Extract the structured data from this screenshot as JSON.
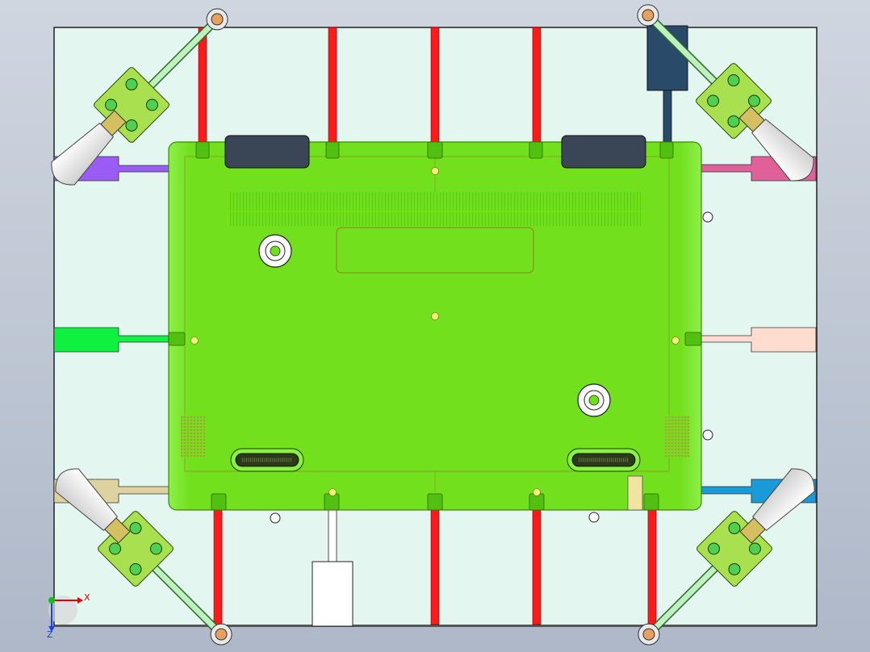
{
  "triad": {
    "x_label": "X",
    "z_label": "Z"
  },
  "colors": {
    "background_top": "#cfd6e0",
    "background_bottom": "#aeb8c8",
    "base_plate": "#e4f6f0",
    "part": "#6fe01a",
    "part_edge": "#3a8a00",
    "locator_pin": "#ff1a1a",
    "tab_purple": "#9b5cf5",
    "tab_green": "#10f040",
    "tab_khaki": "#ddd2a0",
    "tab_magenta": "#e0609a",
    "tab_peach": "#ffdcd0",
    "tab_blue": "#1a9ad6",
    "connector_block": "#2a4a6a",
    "bottom_block": "#ffffff",
    "clamp_base": "#a8e050",
    "clamp_handle": "#f2f2f2",
    "clamp_bolt": "#d4a060",
    "vent_texture": "#a8a040"
  },
  "components": [
    "base-plate",
    "laptop-bottom-case",
    "vent-grille",
    "battery-recess",
    "rubber-foot",
    "speaker-slot",
    "locator-pin",
    "side-tab",
    "toggle-clamp",
    "connector-block",
    "ejector-block",
    "coordinate-triad"
  ]
}
